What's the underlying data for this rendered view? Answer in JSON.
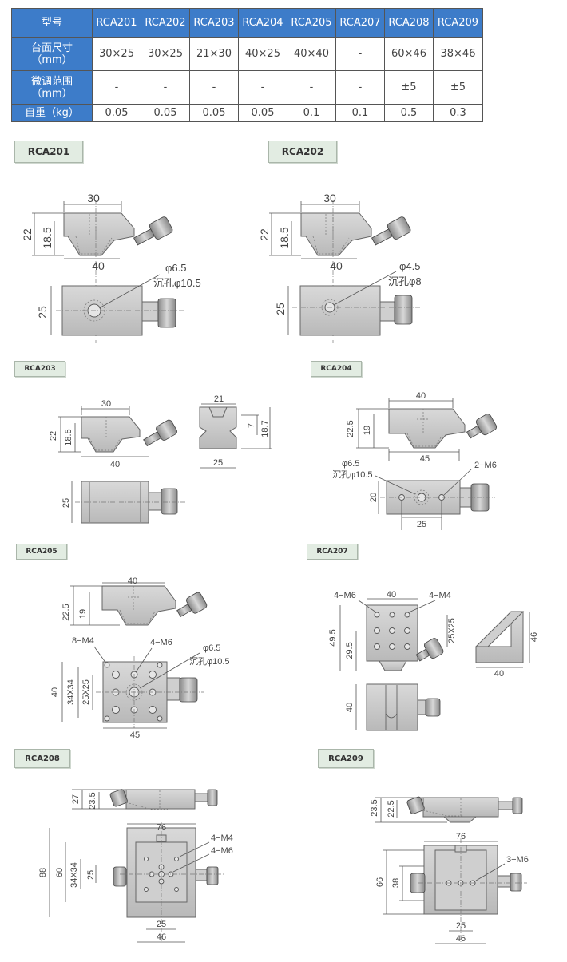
{
  "table": {
    "header": [
      "型号",
      "RCA201",
      "RCA202",
      "RCA203",
      "RCA204",
      "RCA205",
      "RCA207",
      "RCA208",
      "RCA209"
    ],
    "rows": [
      {
        "label": [
          "台面尺寸",
          "（mm）"
        ],
        "cells": [
          "30×25",
          "30×25",
          "21×30",
          "40×25",
          "40×40",
          "-",
          "60×46",
          "38×46"
        ]
      },
      {
        "label": [
          "微调范围",
          "（mm）"
        ],
        "cells": [
          "-",
          "-",
          "-",
          "-",
          "-",
          "-",
          "±5",
          "±5"
        ]
      },
      {
        "label": [
          "自重（kg）"
        ],
        "cells": [
          "0.05",
          "0.05",
          "0.05",
          "0.05",
          "0.1",
          "0.1",
          "0.5",
          "0.3"
        ]
      }
    ]
  },
  "drawings": {
    "rca201": {
      "label": "RCA201",
      "d30": "30",
      "d22": "22",
      "d185": "18.5",
      "d40": "40",
      "d25": "25",
      "hole": "φ6.5",
      "cb": "沉孔φ10.5"
    },
    "rca202": {
      "label": "RCA202",
      "d30": "30",
      "d22": "22",
      "d185": "18.5",
      "d40": "40",
      "d25": "25",
      "hole": "φ4.5",
      "cb": "沉孔φ8"
    },
    "rca203": {
      "label": "RCA203",
      "d30": "30",
      "d22": "22",
      "d185": "18.5",
      "d40": "40",
      "d25a": "25",
      "d21": "21",
      "d7": "7",
      "d187": "18.7",
      "d25b": "25"
    },
    "rca204": {
      "label": "RCA204",
      "d40": "40",
      "d225": "22.5",
      "d19": "19",
      "d45": "45",
      "hole": "φ6.5",
      "cb": "沉孔φ10.5",
      "m6": "2−M6",
      "d20": "20",
      "d25": "25"
    },
    "rca205": {
      "label": "RCA205",
      "d40": "40",
      "d225": "22.5",
      "d19": "19",
      "m4": "8−M4",
      "m6": "4−M6",
      "hole": "φ6.5",
      "cb": "沉孔φ10.5",
      "d40v": "40",
      "d34": "34X34",
      "d25": "25X25",
      "d45": "45"
    },
    "rca207": {
      "label": "RCA207",
      "m6": "4−M6",
      "d40": "40",
      "m4": "4−M4",
      "d495": "49.5",
      "d295": "29.5",
      "d25": "25X25",
      "d46": "46",
      "d40b": "40",
      "d40c": "40"
    },
    "rca208": {
      "label": "RCA208",
      "d27": "27",
      "d235": "23.5",
      "d76": "76",
      "m4": "4−M4",
      "m6": "4−M6",
      "d88": "88",
      "d60": "60",
      "d34": "34X34",
      "d25v": "25",
      "d25": "25",
      "d46": "46"
    },
    "rca209": {
      "label": "RCA209",
      "d235": "23.5",
      "d225": "22.5",
      "d76": "76",
      "m6": "3−M6",
      "d66": "66",
      "d38": "38",
      "d25": "25",
      "d46": "46"
    }
  }
}
